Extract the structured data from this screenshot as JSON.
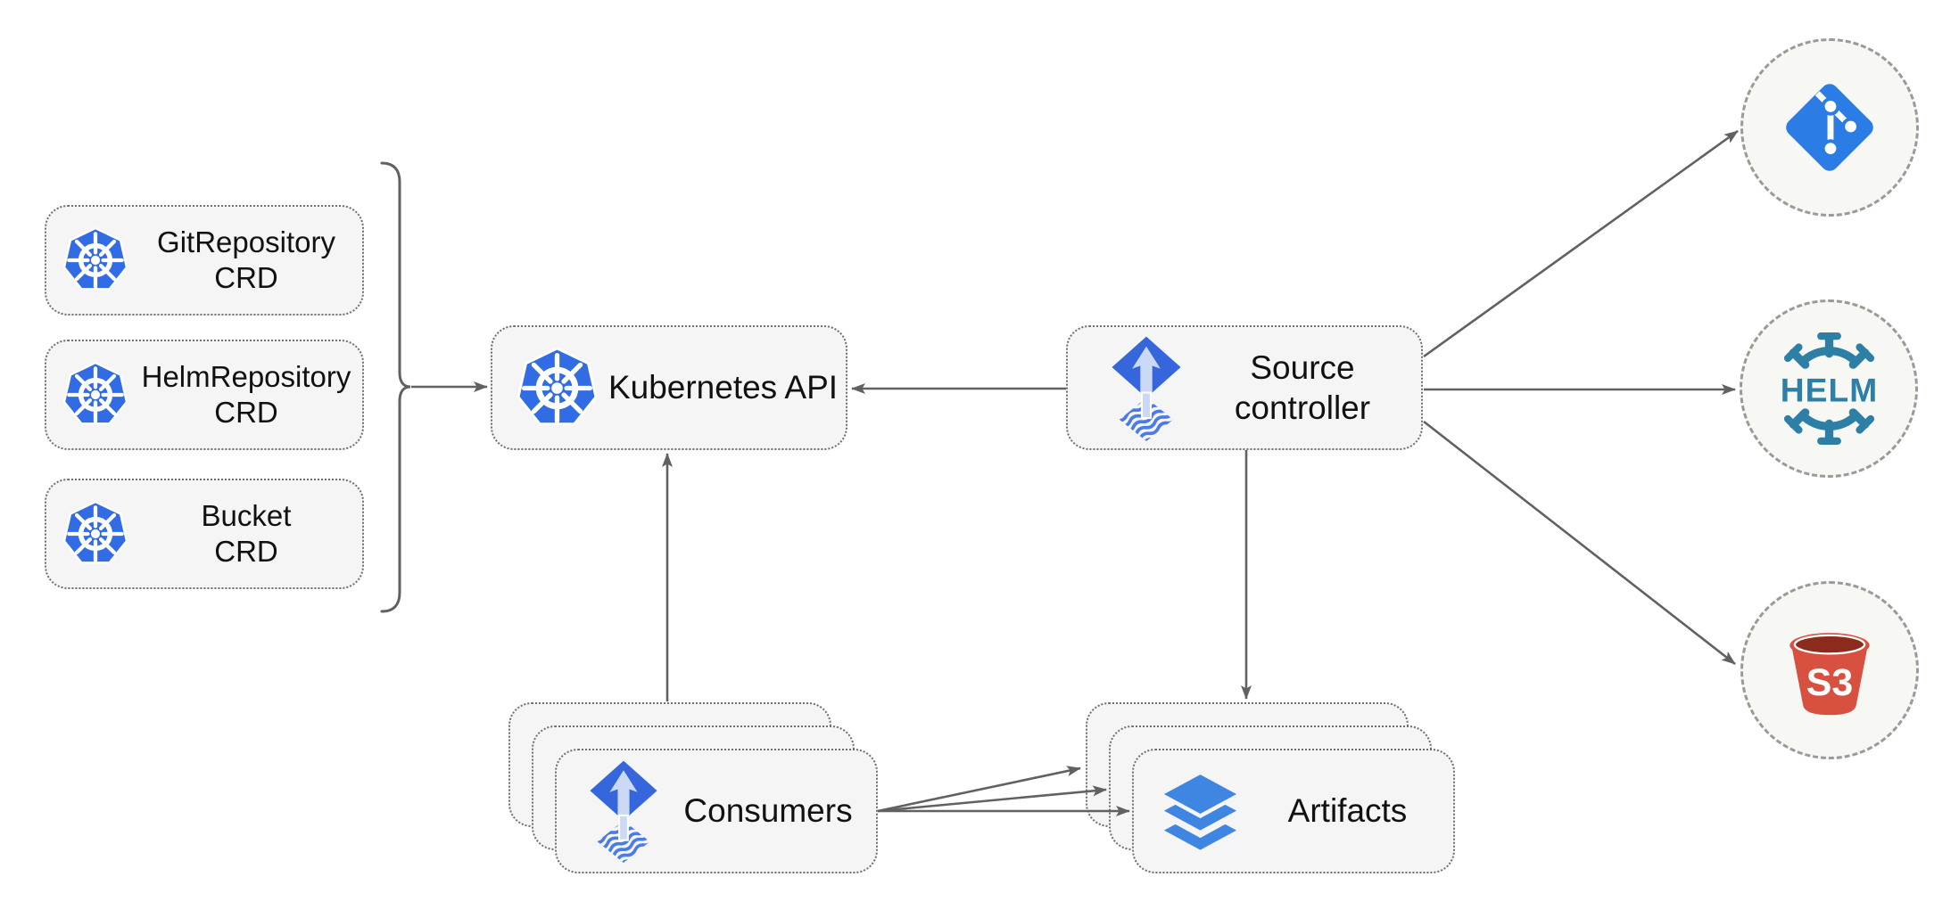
{
  "diagram": {
    "nodes": {
      "crds": [
        {
          "line1": "GitRepository",
          "line2": "CRD"
        },
        {
          "line1": "HelmRepository",
          "line2": "CRD"
        },
        {
          "line1": "Bucket",
          "line2": "CRD"
        }
      ],
      "kubernetes_api": {
        "label": "Kubernetes API"
      },
      "source_controller": {
        "line1": "Source",
        "line2": "controller"
      },
      "consumers": {
        "label": "Consumers",
        "stack_count": 3
      },
      "artifacts": {
        "label": "Artifacts",
        "stack_count": 3
      },
      "external_sources": {
        "git": {
          "name": "git repository"
        },
        "helm": {
          "name": "helm repository",
          "label": "HELM"
        },
        "s3": {
          "name": "s3 bucket",
          "label": "S3"
        }
      }
    },
    "edges": [
      {
        "from": "crd-group-bracket",
        "to": "kubernetes-api"
      },
      {
        "from": "source-controller",
        "to": "kubernetes-api"
      },
      {
        "from": "consumers",
        "to": "kubernetes-api"
      },
      {
        "from": "source-controller",
        "to": "artifacts"
      },
      {
        "from": "source-controller",
        "to": "git-circle"
      },
      {
        "from": "source-controller",
        "to": "helm-circle"
      },
      {
        "from": "source-controller",
        "to": "s3-circle"
      },
      {
        "from": "consumers",
        "to": "artifacts-back"
      },
      {
        "from": "consumers",
        "to": "artifacts-middle"
      },
      {
        "from": "consumers",
        "to": "artifacts-front"
      }
    ],
    "colors": {
      "node_fill": "#f5f5f5",
      "node_border": "#6f6f6f",
      "circle_fill": "#f7f7f3",
      "circle_border": "#9a9a9a",
      "arrow_gray": "#616161",
      "kubernetes_blue": "#326CE5",
      "flux_blue": "#3566DC",
      "flux_wave_blue": "#4A7BE8",
      "flux_arrow_light": "#CBD9F6",
      "git_blue": "#2B7CE5",
      "helm_teal": "#2D7FA6",
      "s3_red": "#D8503F",
      "s3_dark_red": "#8C2A1B",
      "layers_blue": "#3E86E2",
      "text_color": "#111111"
    }
  }
}
